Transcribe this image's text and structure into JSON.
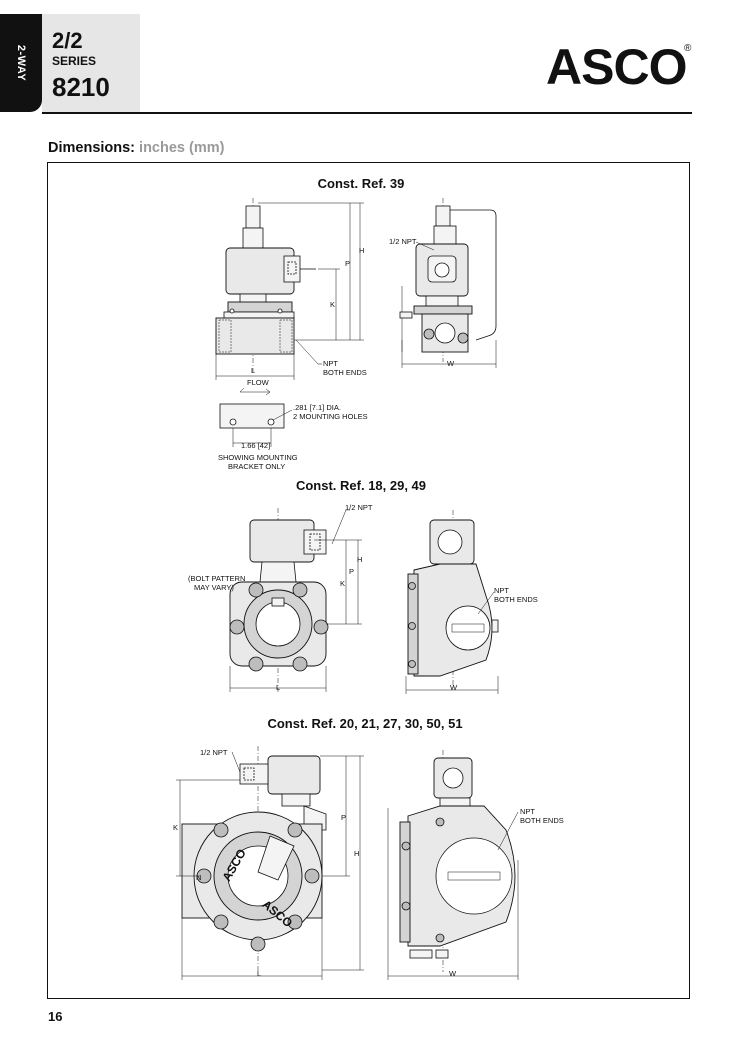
{
  "side_tab": {
    "label": "2-WAY"
  },
  "series": {
    "ratio": "2/2",
    "series_label": "SERIES",
    "number": "8210"
  },
  "logo": {
    "text": "ASCO",
    "registered": "®"
  },
  "heading": {
    "label": "Dimensions:",
    "units": "inches (mm)"
  },
  "sections": [
    {
      "title": "Const. Ref. 39",
      "labels": {
        "npt_top": "1/2 NPT",
        "h": "H",
        "p": "P",
        "k": "K",
        "l": "L",
        "w": "W",
        "npt_ends_1": "NPT",
        "npt_ends_2": "BOTH ENDS",
        "flow": "FLOW",
        "holes_1": ".281 [7.1] DIA.",
        "holes_2": "2 MOUNTING HOLES",
        "spacing": "1.66 [42]",
        "bracket_1": "SHOWING MOUNTING",
        "bracket_2": "BRACKET ONLY"
      }
    },
    {
      "title": "Const. Ref. 18, 29, 49",
      "labels": {
        "npt_top": "1/2 NPT",
        "h": "H",
        "p": "P",
        "k": "K",
        "l": "L",
        "w": "W",
        "bolt_1": "(BOLT PATTERN",
        "bolt_2": "MAY VARY)",
        "npt_ends_1": "NPT",
        "npt_ends_2": "BOTH ENDS"
      }
    },
    {
      "title": "Const. Ref. 20, 21, 27, 30, 50, 51",
      "labels": {
        "npt_top": "1/2 NPT",
        "h": "H",
        "p": "P",
        "k": "K",
        "n": "N",
        "l": "L",
        "w": "W",
        "npt_ends_1": "NPT",
        "npt_ends_2": "BOTH ENDS",
        "body_mark": "ASCO"
      }
    }
  ],
  "page_number": "16"
}
